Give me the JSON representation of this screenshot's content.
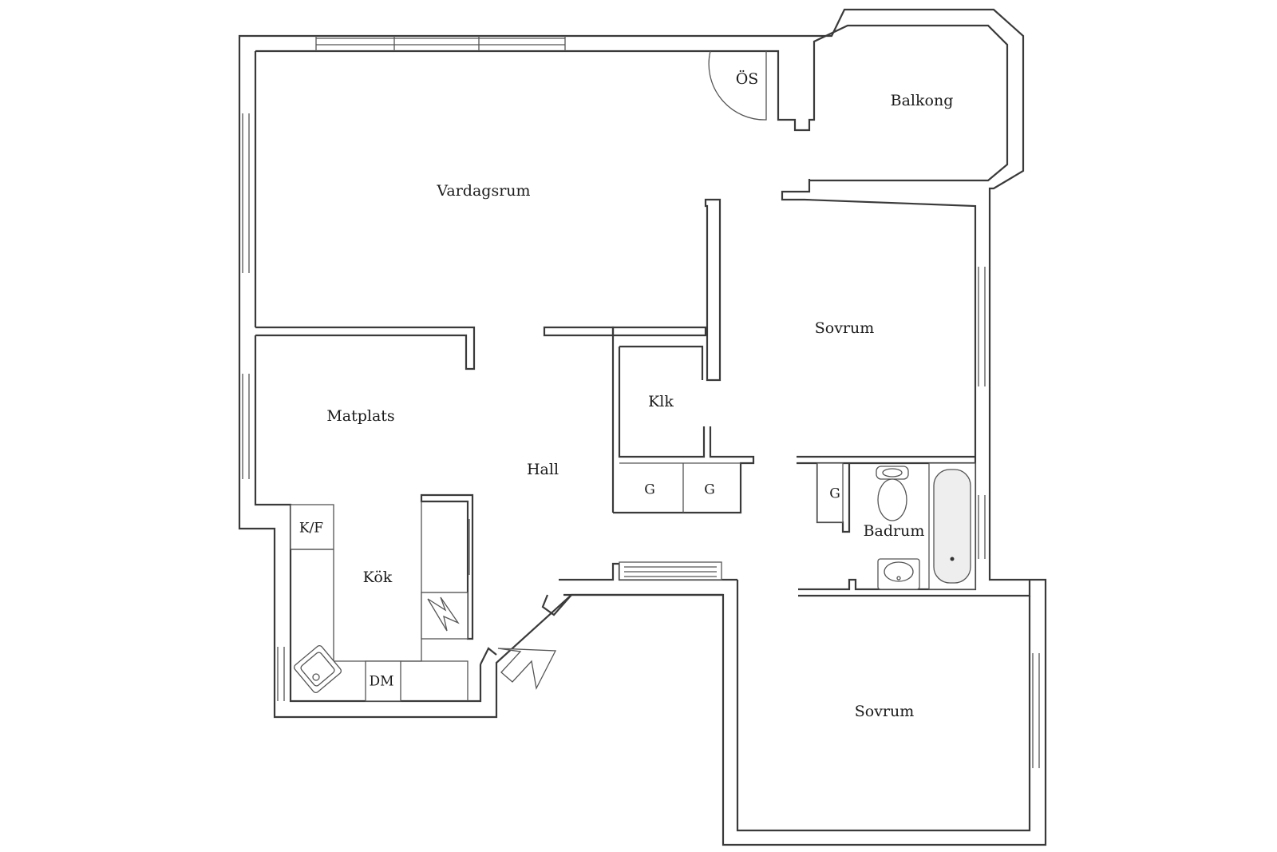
{
  "floorplan": {
    "rooms": {
      "vardagsrum": "Vardagsrum",
      "os": "ÖS",
      "balkong": "Balkong",
      "sovrum_upper": "Sovrum",
      "klk": "Klk",
      "matplats": "Matplats",
      "hall": "Hall",
      "badrum": "Badrum",
      "kok": "Kök",
      "sovrum_lower": "Sovrum"
    },
    "fixtures": {
      "kf": "K/F",
      "dm": "DM",
      "g_left": "G",
      "g_mid": "G",
      "g_bath": "G"
    }
  }
}
